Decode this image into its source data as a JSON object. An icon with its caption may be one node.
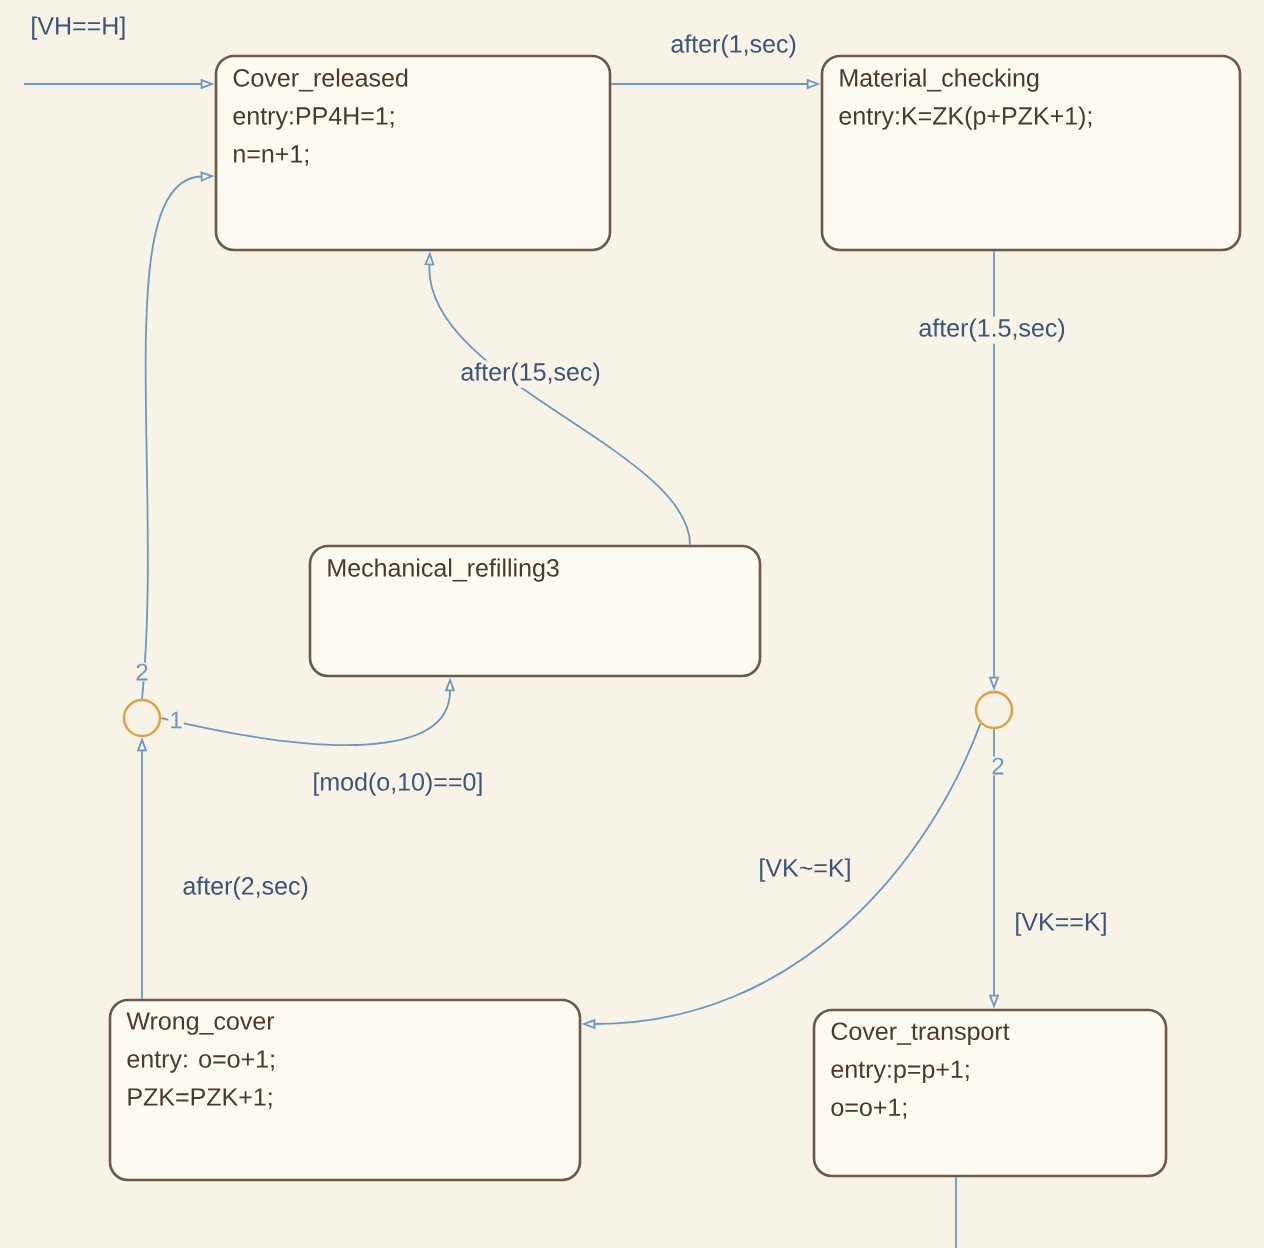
{
  "diagram": {
    "nodes": [
      {
        "text": [
          "Cover_released",
          "entry:PP4H=1;",
          "n=n+1;"
        ]
      },
      {
        "text": [
          "Material_checking",
          "entry:K=ZK(p+PZK+1);"
        ]
      },
      {
        "text": [
          "Mechanical_refilling3"
        ]
      },
      {
        "text": [],
        "shape": "circle"
      },
      {
        "text": [],
        "shape": "circle"
      },
      {
        "text": [
          "Wrong_cover",
          "entry:  o=o+1;",
          "PZK=PZK+1;"
        ]
      },
      {
        "text": [
          "Cover_transport",
          "entry:p=p+1;",
          "o=o+1;"
        ]
      }
    ],
    "edges": [
      {
        "from": null,
        "to": 0,
        "arrow": "to",
        "label": "[VH==H]"
      },
      {
        "from": 0,
        "to": 1,
        "arrow": "to",
        "label": "after(1,sec)"
      },
      {
        "from": 2,
        "to": 0,
        "arrow": "to",
        "label": "after(15,sec)"
      },
      {
        "from": 1,
        "to": 4,
        "arrow": "to",
        "label": "after(1.5,sec)"
      },
      {
        "from": 4,
        "to": 6,
        "arrow": "to",
        "label": "[VK==K]"
      },
      {
        "from": 4,
        "to": 5,
        "arrow": "to",
        "label": "[VK~=K]"
      },
      {
        "from": 5,
        "to": 3,
        "arrow": "to",
        "label": "after(2,sec)"
      },
      {
        "from": 3,
        "to": 2,
        "arrow": "to",
        "label": "[mod(o,10)==0]"
      },
      {
        "from": 3,
        "to": 0,
        "arrow": "to"
      },
      {
        "from": 6,
        "to": null,
        "arrow": "none"
      }
    ],
    "labels": [
      "2",
      "1",
      "2"
    ]
  }
}
